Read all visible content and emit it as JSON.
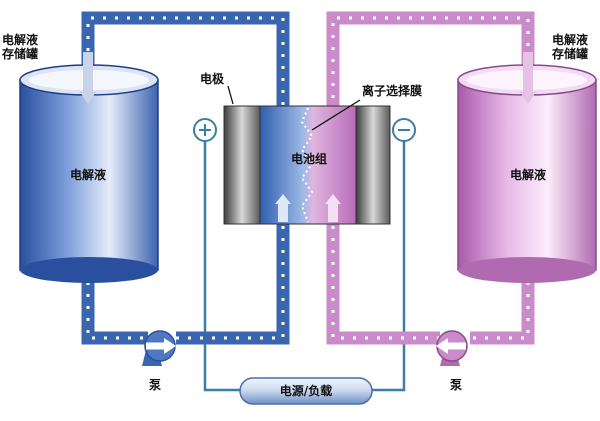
{
  "labels": {
    "left_tank_title_line1": "电解液",
    "left_tank_title_line2": "存储罐",
    "right_tank_title_line1": "电解液",
    "right_tank_title_line2": "存储罐",
    "left_tank_body": "电解液",
    "right_tank_body": "电解液",
    "electrode": "电极",
    "membrane": "离子选择膜",
    "stack": "电池组",
    "pump_left": "泵",
    "pump_right": "泵",
    "power_load": "电源/负载",
    "plus_symbol": "⊕",
    "minus_symbol": "⊖"
  },
  "colors": {
    "positive_electrolyte": "#2f5fae",
    "negative_electrolyte": "#c07ac0",
    "pipe_blue": "#3a66b0",
    "pipe_pink": "#c98bc9",
    "wire": "#3b7fa6",
    "electrode_grey": "#777777"
  }
}
